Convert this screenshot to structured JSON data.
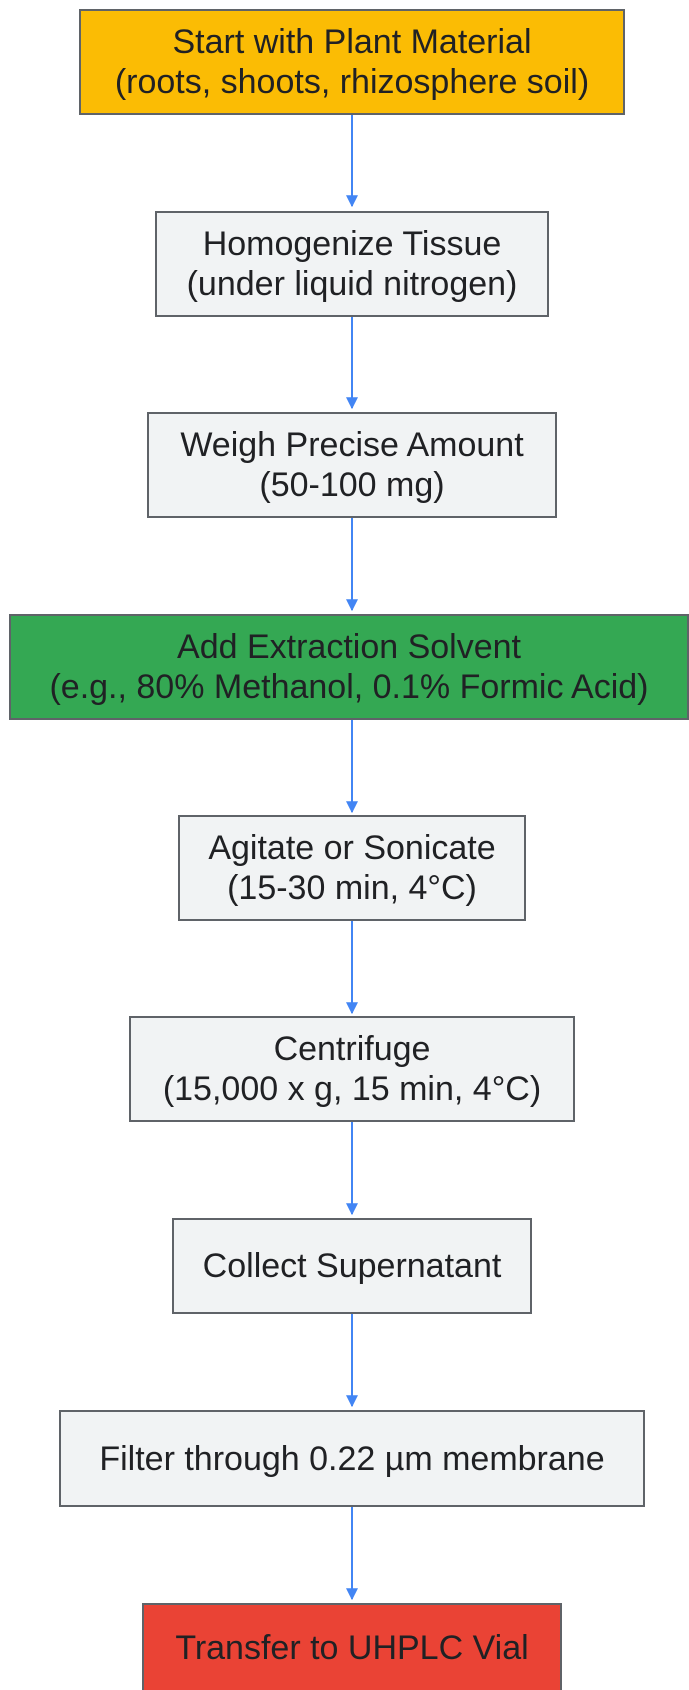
{
  "colors": {
    "start": "#fbbc04",
    "process": "#f1f3f4",
    "solvent": "#34a853",
    "end": "#ea4335",
    "arrow": "#4285f4",
    "border": "#5f6368",
    "text": "#202124"
  },
  "nodes": [
    {
      "id": "start",
      "line1": "Start with Plant Material",
      "line2": "(roots, shoots, rhizosphere soil)",
      "kind": "start"
    },
    {
      "id": "homogenize",
      "line1": "Homogenize Tissue",
      "line2": "(under liquid nitrogen)",
      "kind": "process"
    },
    {
      "id": "weigh",
      "line1": "Weigh Precise Amount",
      "line2": "(50-100 mg)",
      "kind": "process"
    },
    {
      "id": "solvent",
      "line1": "Add Extraction Solvent",
      "line2": "(e.g., 80% Methanol, 0.1% Formic Acid)",
      "kind": "solvent"
    },
    {
      "id": "agitate",
      "line1": "Agitate or Sonicate",
      "line2": "(15-30 min, 4°C)",
      "kind": "process"
    },
    {
      "id": "centrifuge",
      "line1": "Centrifuge",
      "line2": "(15,000 x g, 15 min, 4°C)",
      "kind": "process"
    },
    {
      "id": "collect",
      "line1": "Collect Supernatant",
      "line2": "",
      "kind": "process"
    },
    {
      "id": "filter",
      "line1": "Filter through 0.22 µm membrane",
      "line2": "",
      "kind": "process"
    },
    {
      "id": "transfer",
      "line1": "Transfer to UHPLC Vial",
      "line2": "",
      "kind": "end"
    }
  ]
}
